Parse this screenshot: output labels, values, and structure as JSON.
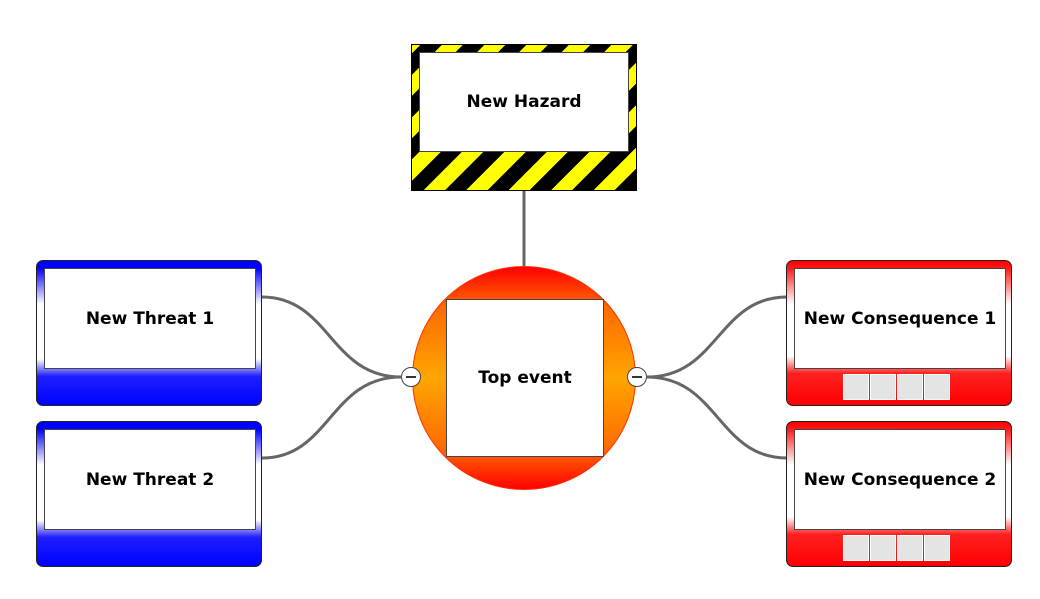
{
  "diagram": {
    "hazard": {
      "label": "New Hazard"
    },
    "top_event": {
      "label": "Top event"
    },
    "threats": [
      {
        "label": "New Threat 1"
      },
      {
        "label": "New Threat 2"
      }
    ],
    "consequences": [
      {
        "label": "New Consequence 1"
      },
      {
        "label": "New Consequence 2"
      }
    ]
  },
  "colors": {
    "threat": "#0000ff",
    "consequence": "#ff0000",
    "hazard_stripe_1": "#000000",
    "hazard_stripe_2": "#ffff00",
    "top_event_outer": "#ff0000",
    "top_event_inner": "#ffa500",
    "connector": "#666666"
  },
  "icons": {
    "collapse": "minus-circle-icon",
    "barrier_slot": "empty-barrier-slot"
  }
}
